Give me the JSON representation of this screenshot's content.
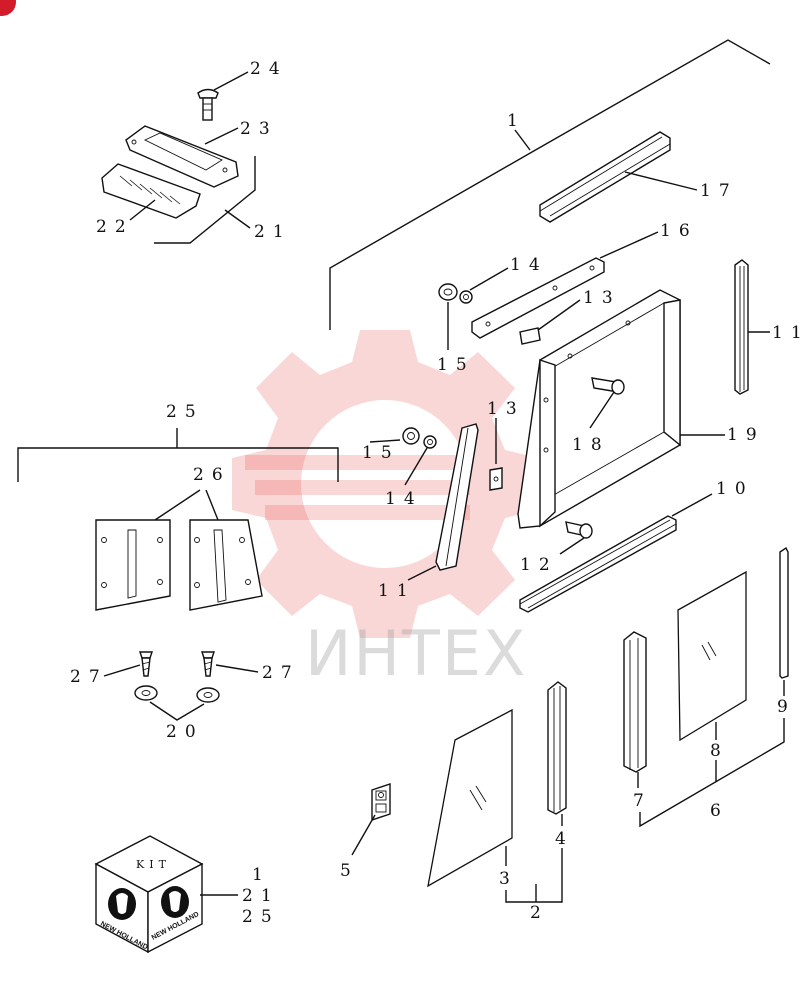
{
  "diagram": {
    "part_labels": {
      "p1": "1",
      "p2": "2",
      "p3": "3",
      "p4": "4",
      "p5": "5",
      "p6": "6",
      "p7": "7",
      "p8": "8",
      "p9": "9",
      "p10": "10",
      "p11a": "11",
      "p11b": "11",
      "p12": "12",
      "p13a": "13",
      "p13b": "13",
      "p14a": "14",
      "p14b": "14",
      "p15a": "15",
      "p15b": "15",
      "p16": "16",
      "p17": "17",
      "p18": "18",
      "p19": "19",
      "p20": "20",
      "p21": "21",
      "p22": "22",
      "p23": "23",
      "p24": "24",
      "p25": "25",
      "p26": "26",
      "p27a": "27",
      "p27b": "27"
    },
    "kit_box": {
      "top_text": "KIT",
      "brand_left": "NEW HOLLAND",
      "brand_right": "NEW HOLLAND",
      "refs": [
        "1",
        "21",
        "25"
      ]
    },
    "watermark": {
      "text": "ИНТЕХ",
      "color": "#e84a4a"
    }
  }
}
